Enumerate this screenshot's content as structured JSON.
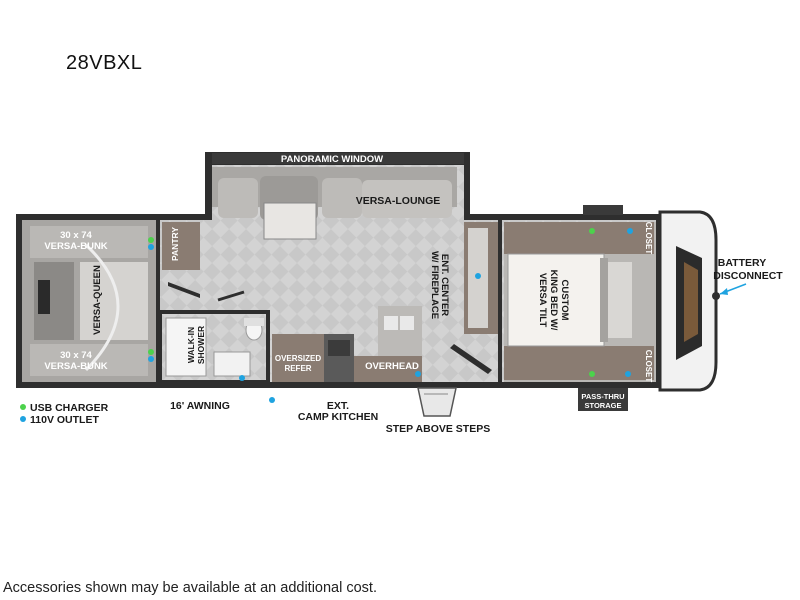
{
  "model": "28VBXL",
  "footer": "Accessories shown may be available at an additional cost.",
  "labels": {
    "panoramic_window": "PANORAMIC WINDOW",
    "versa_lounge": "VERSA-LOUNGE",
    "bunk_top": [
      "30 x 74",
      "VERSA-BUNK"
    ],
    "bunk_bottom": [
      "30 x 74",
      "VERSA-BUNK"
    ],
    "versa_queen": "VERSA-QUEEN",
    "pantry": "PANTRY",
    "walk_in_shower": [
      "WALK-IN",
      "SHOWER"
    ],
    "oversized_refer": [
      "OVERSIZED",
      "REFER"
    ],
    "overhead": "OVERHEAD",
    "ent_center": [
      "ENT. CENTER",
      "W/ FIREPLACE"
    ],
    "king_bed": [
      "CUSTOM",
      "KING BED W/",
      "VERSA TILT"
    ],
    "closet_top": "CLOSET",
    "closet_bottom": "CLOSET",
    "battery_disconnect": [
      "BATTERY",
      "DISCONNECT"
    ],
    "awning": "16' AWNING",
    "camp_kitchen": [
      "EXT.",
      "CAMP KITCHEN"
    ],
    "step_above_steps": "STEP ABOVE STEPS",
    "pass_thru": [
      "PASS-THRU",
      "STORAGE"
    ]
  },
  "legend": [
    {
      "label": "USB CHARGER",
      "color": "#4cd24c"
    },
    {
      "label": "110V OUTLET",
      "color": "#1fa3e0"
    }
  ],
  "colors": {
    "wall": "#2e2e2e",
    "floor": "#c9c9c9",
    "cabinet": "#8a7c72",
    "furniture": "#b0aeab",
    "usb": "#4cd24c",
    "outlet": "#1fa3e0"
  }
}
